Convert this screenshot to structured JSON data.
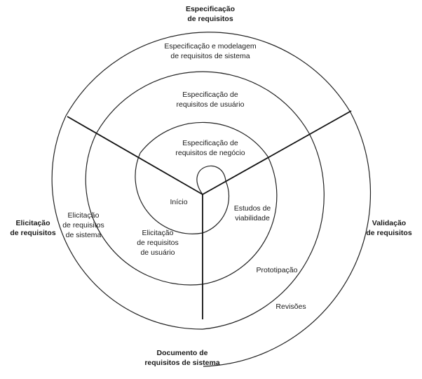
{
  "diagram": {
    "sectors": {
      "top": "Especificação\nde requisitos",
      "left": "Elicitação\nde requisitos",
      "right": "Validação\nde requisitos",
      "bottom": "Documento de\nrequisitos de sistema"
    },
    "labels": {
      "spec_sistema": "Especificação e modelagem\nde requisitos de sistema",
      "spec_usuario": "Especificação de\nrequisitos de usuário",
      "spec_negocio": "Especificação de\nrequisitos de negócio",
      "inicio": "Início",
      "estudos": "Estudos de\nviabilidade",
      "elic_usuario": "Elicitação\nde requisitos\nde usuário",
      "elic_sistema": "Elicitação\nde requisitos\nde sistema",
      "prototipacao": "Prototipação",
      "revisoes": "Revisões"
    }
  }
}
